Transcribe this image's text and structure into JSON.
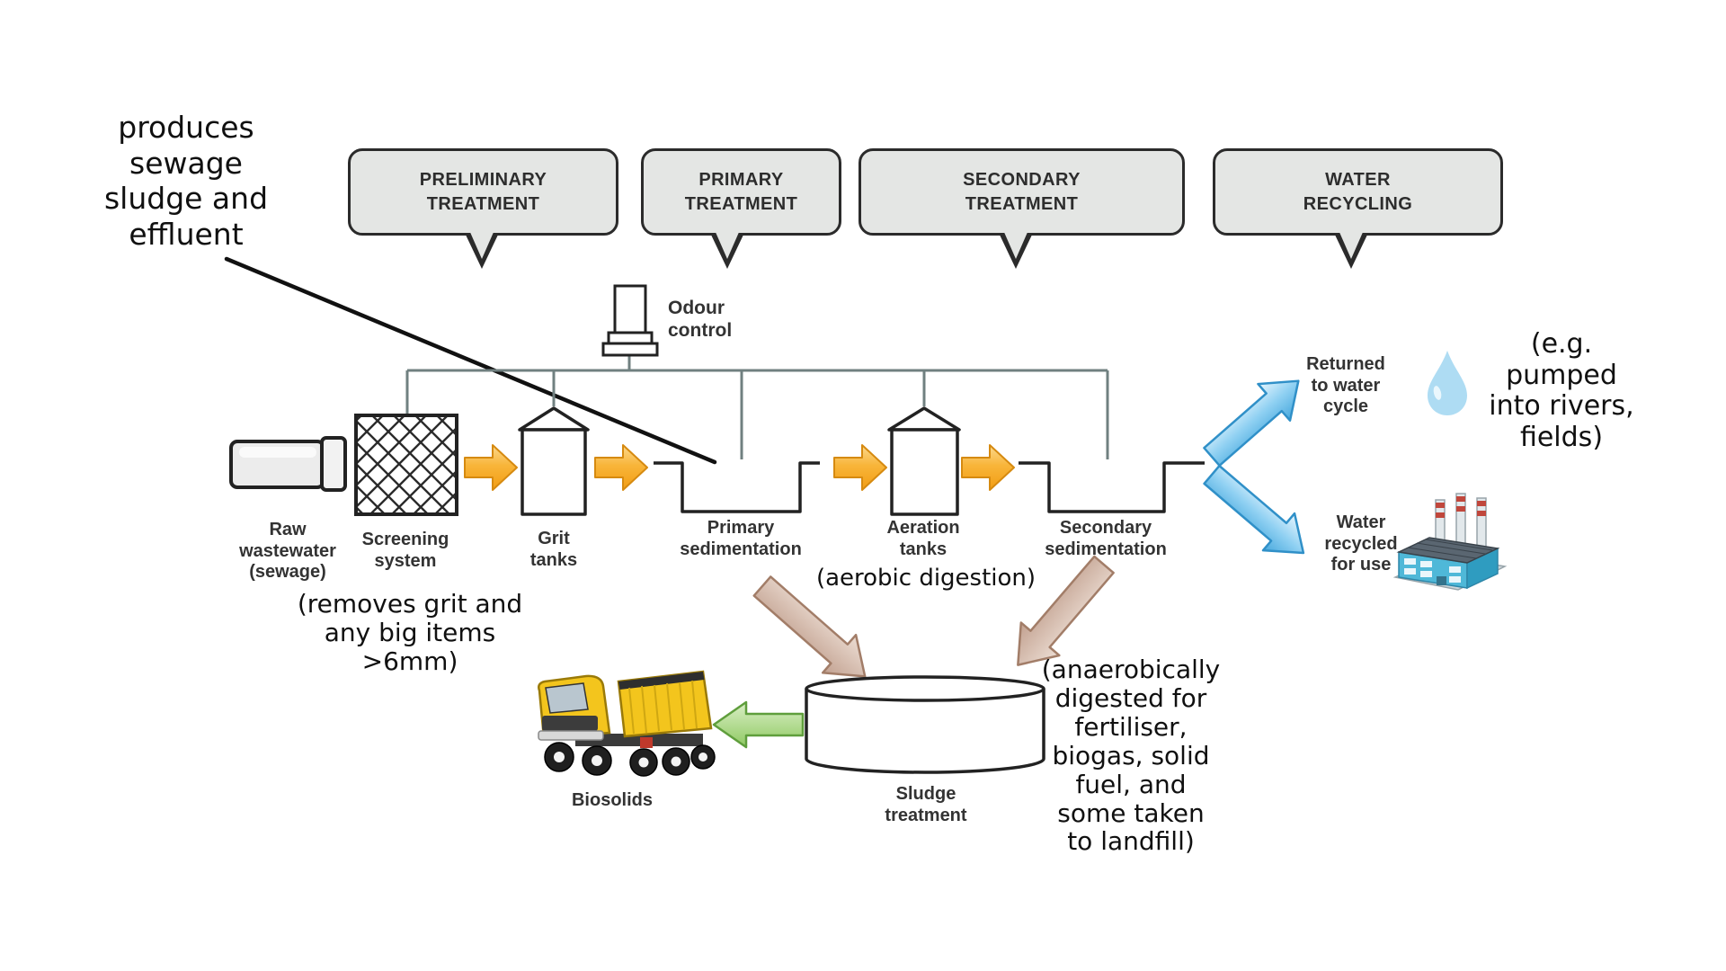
{
  "stages": [
    {
      "label": "PRELIMINARY\nTREATMENT"
    },
    {
      "label": "PRIMARY\nTREATMENT"
    },
    {
      "label": "SECONDARY\nTREATMENT"
    },
    {
      "label": "WATER\nRECYCLING"
    }
  ],
  "components": {
    "odour_control": "Odour\ncontrol",
    "raw_wastewater": "Raw\nwastewater\n(sewage)",
    "screening_system": "Screening\nsystem",
    "grit_tanks": "Grit\ntanks",
    "primary_sedimentation": "Primary\nsedimentation",
    "aeration_tanks": "Aeration\ntanks",
    "aeration_note": "(aerobic digestion)",
    "secondary_sedimentation": "Secondary\nsedimentation",
    "returned_to_water_cycle": "Returned\nto water\ncycle",
    "water_recycled_for_use": "Water\nrecycled\nfor use",
    "sludge_treatment": "Sludge\ntreatment",
    "biosolids": "Biosolids"
  },
  "annotations": {
    "produces_note": "produces\nsewage\nsludge and\neffluent",
    "screening_note": "(removes grit and\nany big items\n>6mm)",
    "water_cycle_note": "(e.g. pumped\ninto rivers,\nfields)",
    "sludge_note": "(anaerobically\ndigested for\nfertiliser,\nbiogas, solid\nfuel, and\nsome taken\nto landfill)"
  },
  "icons": {
    "odour_stack": "odour-control-stack",
    "raw_pipe": "raw-wastewater-pipe",
    "screening_grid": "screening-crosshatch-grid",
    "grit_tank": "grit-tank-silo",
    "aeration_tank": "aeration-tank-silo",
    "primary_basin": "primary-sedimentation-basin",
    "secondary_basin": "secondary-sedimentation-basin",
    "flow_arrow": "orange-flow-arrow",
    "water_arrow": "blue-water-arrow",
    "sludge_arrow": "tan-sludge-arrow",
    "biosolids_arrow": "green-biosolids-arrow",
    "water_drop": "water-drop",
    "factory": "factory",
    "dump_truck": "biosolids-dump-truck",
    "sludge_tank": "sludge-treatment-tank"
  },
  "colors": {
    "bubble_fill": "#e4e6e4",
    "bubble_border": "#2b2b2b",
    "pipe_gray": "#708080",
    "flow_arrow_orange": "#f8b53a",
    "water_arrow_blue": "#8fd0f2",
    "sludge_arrow_tan": "#d2b8a8",
    "biosolids_arrow_green": "#aad983",
    "truck_yellow": "#f3c51d",
    "outline_dark": "#222222"
  }
}
